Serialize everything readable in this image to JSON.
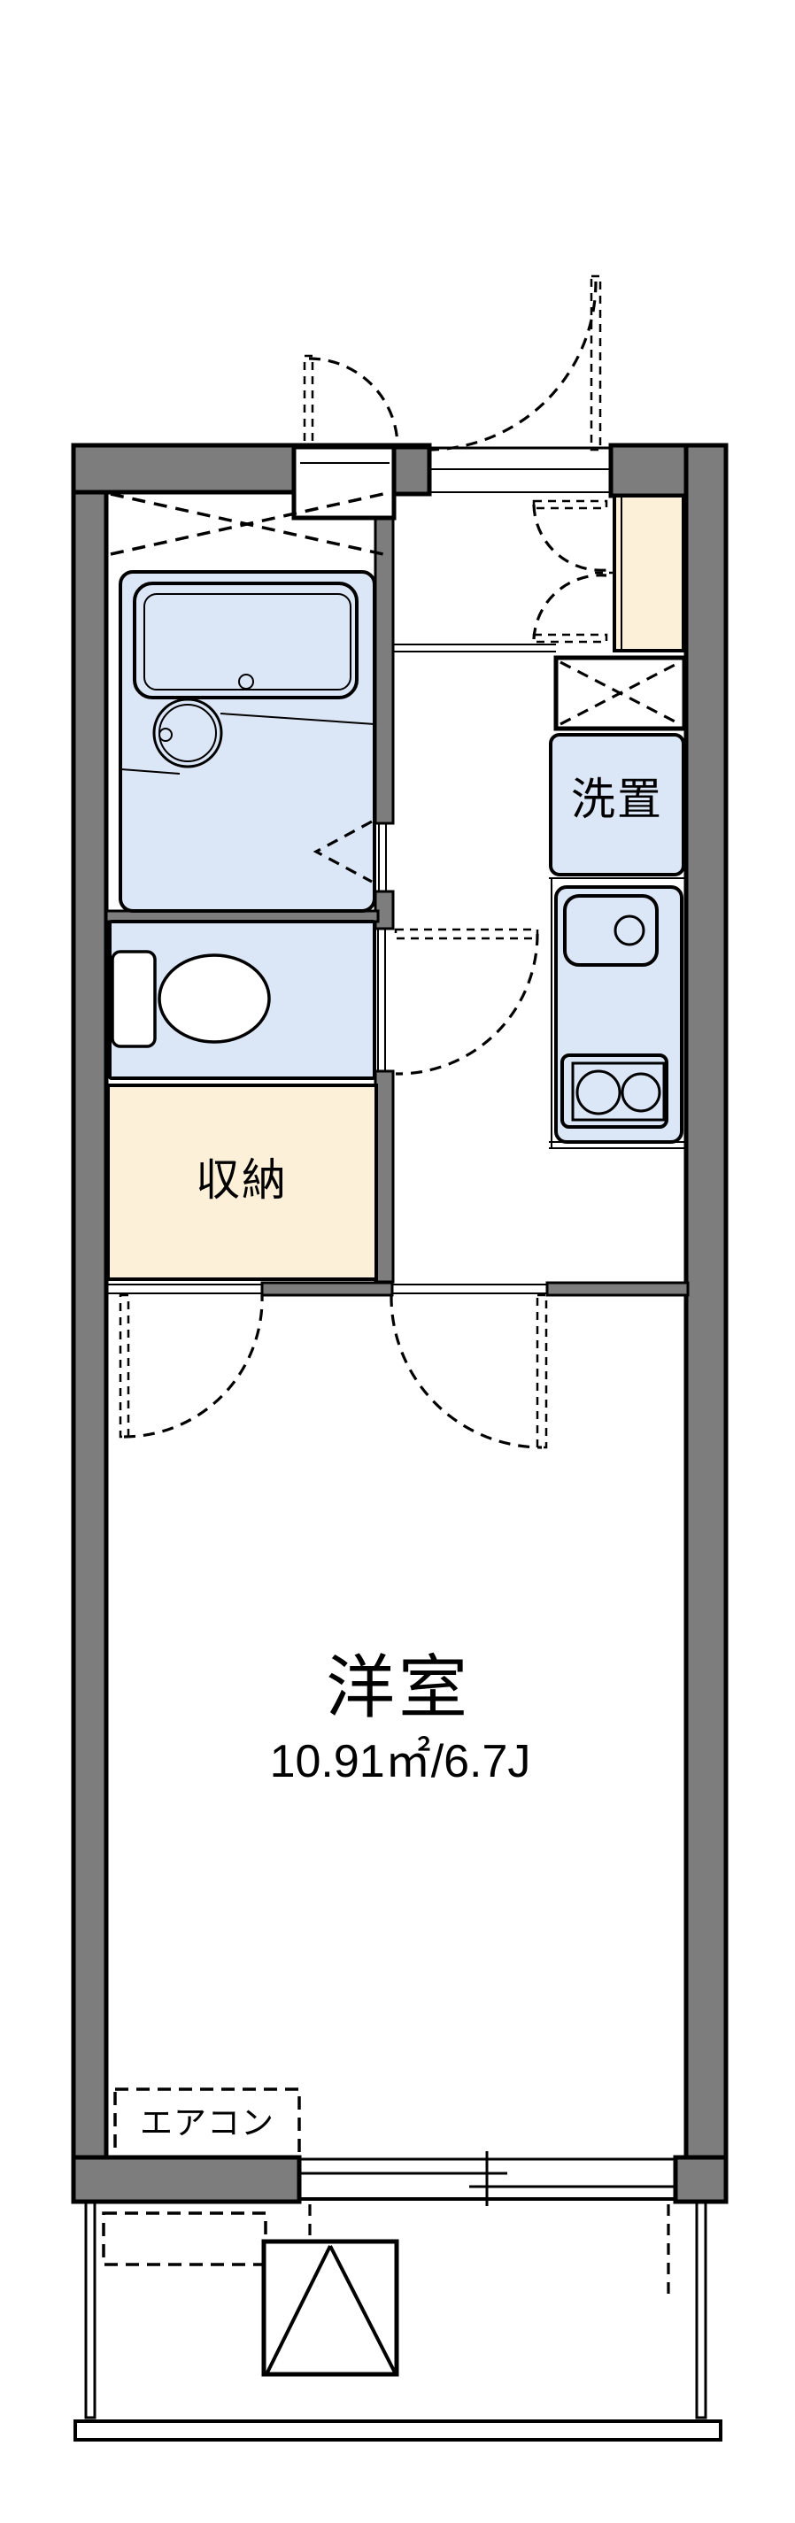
{
  "floorplan": {
    "labels": {
      "washer_place": "洗置",
      "storage": "収納",
      "western_room": "洋室",
      "western_room_area": "10.91㎡/6.7J",
      "air_conditioner": "エアコン"
    },
    "colors": {
      "wall": "#7d7d7d",
      "line": "#000000",
      "water_fixture": "#dbe7f7",
      "storage_fill": "#fcf0d9",
      "background": "#ffffff"
    }
  }
}
